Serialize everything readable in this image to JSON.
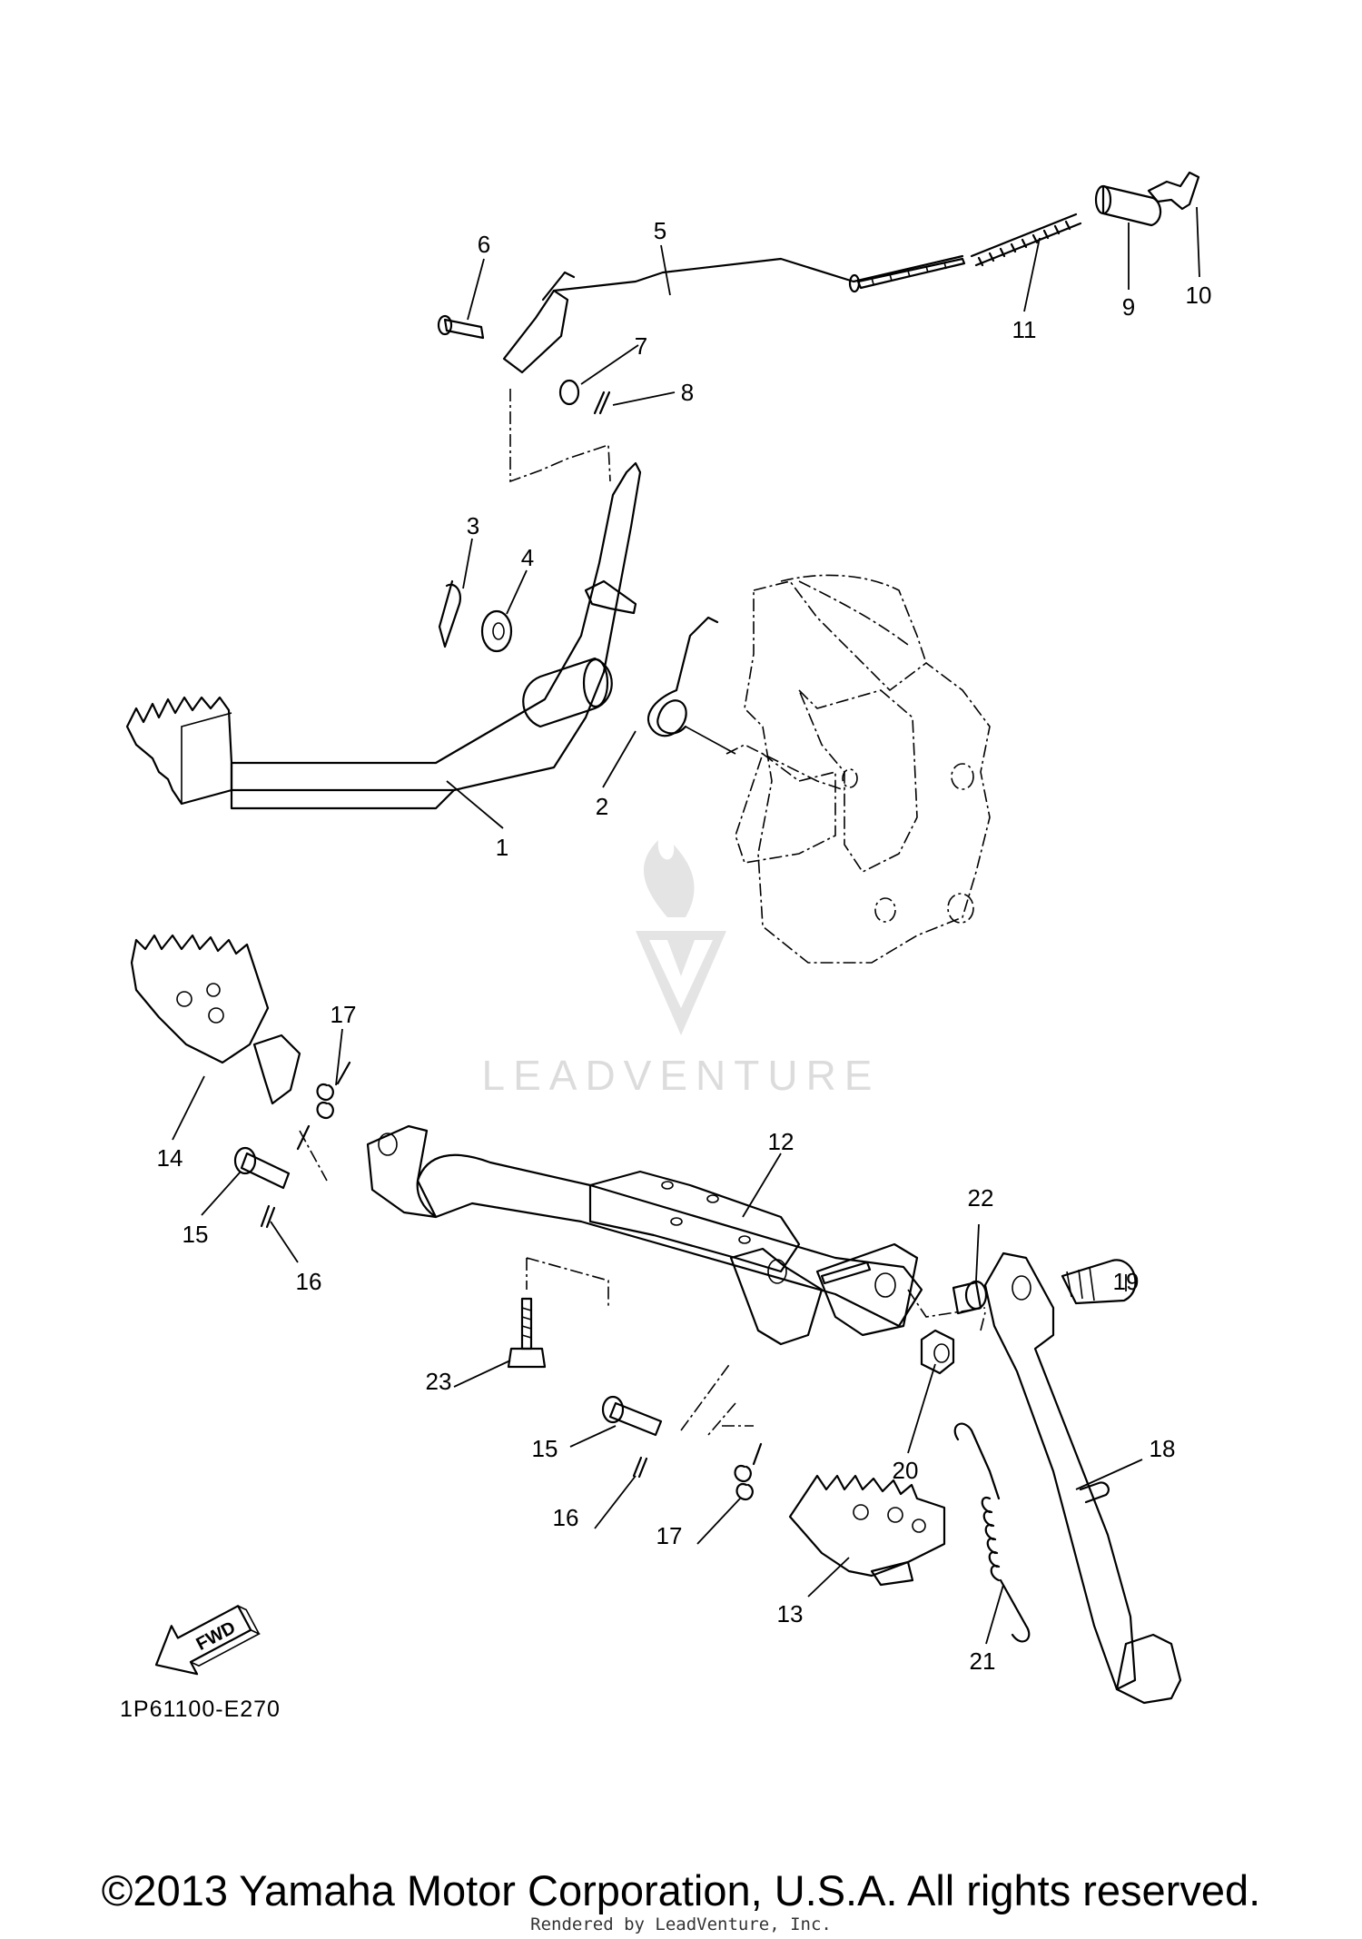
{
  "watermark": {
    "brand": "LEADVENTURE"
  },
  "callouts": [
    {
      "id": "c1",
      "text": "1"
    },
    {
      "id": "c2",
      "text": "2"
    },
    {
      "id": "c3",
      "text": "3"
    },
    {
      "id": "c4",
      "text": "4"
    },
    {
      "id": "c5",
      "text": "5"
    },
    {
      "id": "c6",
      "text": "6"
    },
    {
      "id": "c7",
      "text": "7"
    },
    {
      "id": "c8",
      "text": "8"
    },
    {
      "id": "c9",
      "text": "9"
    },
    {
      "id": "c10",
      "text": "10"
    },
    {
      "id": "c11",
      "text": "11"
    },
    {
      "id": "c12",
      "text": "12"
    },
    {
      "id": "c13",
      "text": "13"
    },
    {
      "id": "c14",
      "text": "14"
    },
    {
      "id": "c15a",
      "text": "15"
    },
    {
      "id": "c15b",
      "text": "15"
    },
    {
      "id": "c16a",
      "text": "16"
    },
    {
      "id": "c16b",
      "text": "16"
    },
    {
      "id": "c17a",
      "text": "17"
    },
    {
      "id": "c17b",
      "text": "17"
    },
    {
      "id": "c18",
      "text": "18"
    },
    {
      "id": "c19",
      "text": "19"
    },
    {
      "id": "c20",
      "text": "20"
    },
    {
      "id": "c21",
      "text": "21"
    },
    {
      "id": "c22",
      "text": "22"
    },
    {
      "id": "c23",
      "text": "23"
    }
  ],
  "fwd_label": "FWD",
  "diagram_code": "1P61100-E270",
  "copyright": "©2013 Yamaha Motor Corporation, U.S.A. All rights reserved.",
  "rendered_by": "Rendered by LeadVenture, Inc."
}
